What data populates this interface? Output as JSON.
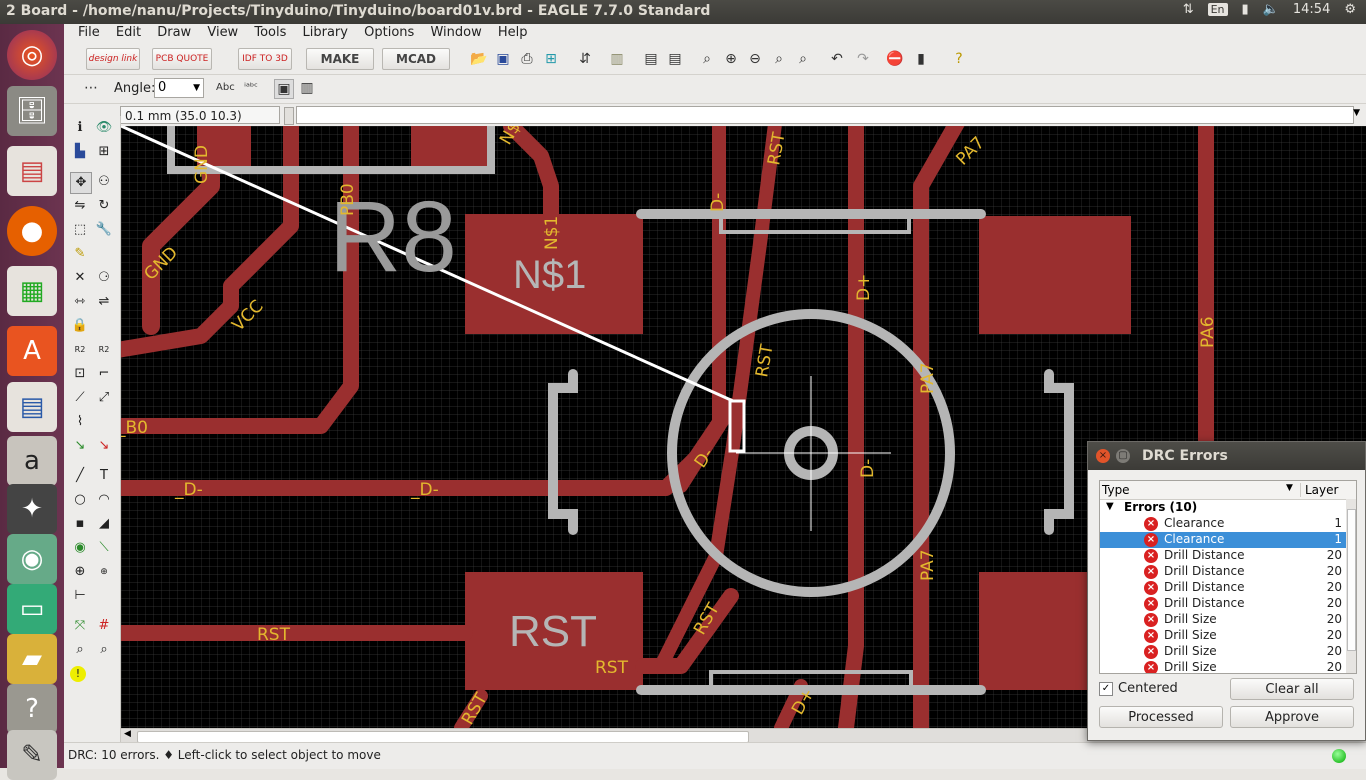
{
  "window": {
    "title": "2 Board - /home/nanu/Projects/Tinyduino/Tinyduino/board01v.brd - EAGLE 7.7.0 Standard"
  },
  "tray": {
    "keyboard": "En",
    "clock": "14:54"
  },
  "menu": [
    "File",
    "Edit",
    "Draw",
    "View",
    "Tools",
    "Library",
    "Options",
    "Window",
    "Help"
  ],
  "toolbar": {
    "designlink": "design link",
    "pcbquote": "PCB QUOTE",
    "idf": "IDF TO 3D",
    "make": "MAKE",
    "mcad": "MCAD"
  },
  "params": {
    "angle_label": "Angle:",
    "angle_value": "0"
  },
  "coords": "0.1 mm (35.0 10.3)",
  "canvas": {
    "refdes_big": "R8",
    "pad_labels": [
      "N$1",
      "RST"
    ],
    "net_labels": [
      "GND",
      "GND",
      "VCC",
      "PB0",
      "N$1",
      "D-",
      "RST",
      "PA7",
      "D+",
      "RST",
      "PA7",
      "PA6",
      "_B0",
      "_D-",
      "_D-",
      "D-",
      "D-",
      "PA7",
      "RST",
      "RST",
      "RST",
      "D+",
      "RST",
      "N$1"
    ]
  },
  "status": {
    "text": "DRC: 10 errors.  ♦ Left-click to select object to move"
  },
  "drc": {
    "title": "DRC Errors",
    "col_type": "Type",
    "col_layer": "Layer",
    "group_label": "Errors (10)",
    "errors": [
      {
        "type": "Clearance",
        "layer": "1"
      },
      {
        "type": "Clearance",
        "layer": "1"
      },
      {
        "type": "Drill Distance",
        "layer": "20"
      },
      {
        "type": "Drill Distance",
        "layer": "20"
      },
      {
        "type": "Drill Distance",
        "layer": "20"
      },
      {
        "type": "Drill Distance",
        "layer": "20"
      },
      {
        "type": "Drill Size",
        "layer": "20"
      },
      {
        "type": "Drill Size",
        "layer": "20"
      },
      {
        "type": "Drill Size",
        "layer": "20"
      },
      {
        "type": "Drill Size",
        "layer": "20"
      }
    ],
    "centered_label": "Centered",
    "clear_all": "Clear all",
    "processed": "Processed",
    "approve": "Approve"
  },
  "colors": {
    "trace": "#9a2f2f",
    "silk": "#b5b5b5",
    "net_text": "#e3b82e",
    "selection": "#3c8fd8",
    "error_icon": "#d92121"
  }
}
